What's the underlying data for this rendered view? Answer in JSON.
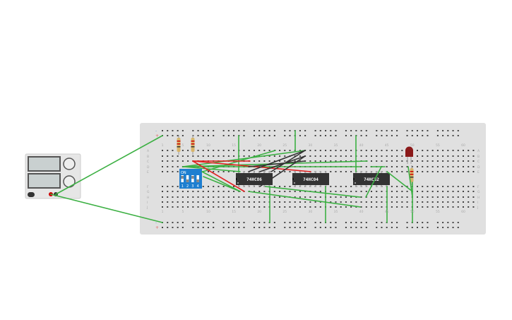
{
  "breadboard": {
    "row_letters_top": [
      "A",
      "B",
      "C",
      "D",
      "E"
    ],
    "row_letters_bottom": [
      "F",
      "G",
      "H",
      "I",
      "J"
    ],
    "column_numbers": [
      "1",
      "5",
      "10",
      "15",
      "20",
      "25",
      "30",
      "35",
      "40",
      "45",
      "50",
      "55",
      "60"
    ],
    "rail_signs": [
      "-",
      "+"
    ]
  },
  "chips": [
    {
      "label": "74HC86"
    },
    {
      "label": "74HC04"
    },
    {
      "label": "74HC32"
    }
  ],
  "dip_switch": {
    "label": "ON",
    "switch_numbers": [
      "1",
      "2",
      "3",
      "4"
    ]
  },
  "colors": {
    "wire_green": "#3cb043",
    "wire_red": "#e02020",
    "wire_black": "#333333",
    "board": "#e0e0e0",
    "dip": "#1e7fd0",
    "led": "#8b1a1a"
  }
}
